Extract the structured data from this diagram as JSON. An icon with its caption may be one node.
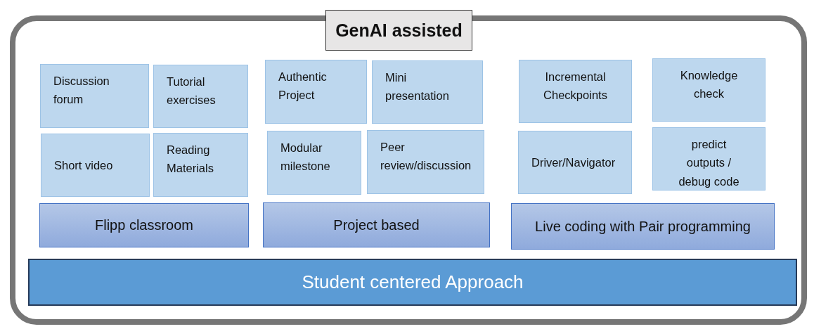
{
  "diagram": {
    "nodes": [
      {
        "text": [
          "GenAI assisted"
        ]
      },
      {
        "text": [
          "Discussion forum"
        ],
        "in": 0
      },
      {
        "text": [
          "Tutorial exercises"
        ],
        "in": 0
      },
      {
        "text": [
          "Authentic Project"
        ],
        "in": 0
      },
      {
        "text": [
          "Mini presentation"
        ],
        "in": 0
      },
      {
        "text": [
          "Incremental Checkpoints"
        ],
        "in": 0
      },
      {
        "text": [
          "Knowledge check"
        ],
        "in": 0
      },
      {
        "text": [
          "Short video"
        ],
        "in": 0
      },
      {
        "text": [
          "Reading Materials"
        ],
        "in": 0
      },
      {
        "text": [
          "Modular milestone"
        ],
        "in": 0
      },
      {
        "text": [
          "Peer review/discussion"
        ],
        "in": 0
      },
      {
        "text": [
          "Driver/Navigator"
        ],
        "in": 0
      },
      {
        "text": [
          "predict outputs / debug code"
        ],
        "in": 0
      },
      {
        "text": [
          "Flipp classroom"
        ],
        "in": 0
      },
      {
        "text": [
          "Project based"
        ],
        "in": 0
      },
      {
        "text": [
          "Live coding with Pair programming"
        ],
        "in": 0
      },
      {
        "text": [
          "Student centered Approach"
        ],
        "in": 0
      }
    ],
    "edges": []
  }
}
